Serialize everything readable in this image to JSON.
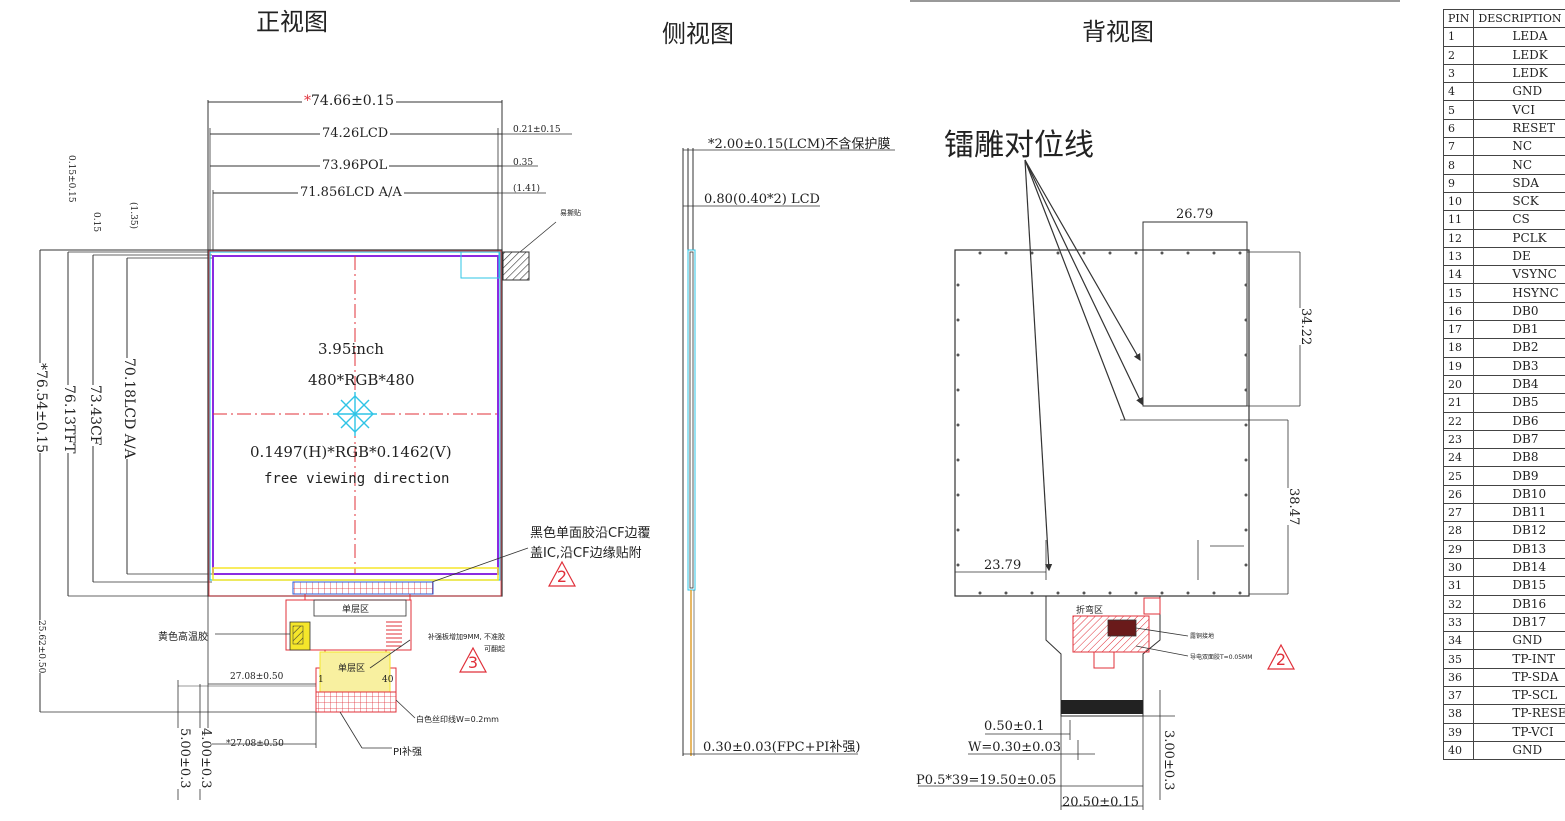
{
  "titles": {
    "front": "正视图",
    "side": "侧视图",
    "back": "背视图"
  },
  "front": {
    "dim_top_1": "74.66±0.15",
    "dim_top_1_star": "*",
    "dim_top_2": "74.26LCD",
    "dim_top_3": "73.96POL",
    "dim_top_4": "71.856LCD A/A",
    "dim_right_1": "0.21±0.15",
    "dim_right_2": "0.35",
    "dim_right_3": "(1.41)",
    "dim_left_a": "0.15±0.15",
    "dim_left_b": "0.15",
    "dim_left_c": "(1.35)",
    "dim_v_1": "*76.54±0.15",
    "dim_v_2": "76.13TFT",
    "dim_v_3": "73.43CF",
    "dim_v_4": "70.18LCD A/A",
    "dim_v_5": "25.62±0.50",
    "dim_bottom_1": "27.08±0.50",
    "dim_bottom_2": "*27.08±0.50",
    "dim_bottom_v1": "5.00±0.3",
    "dim_bottom_v2": "4.00±0.3",
    "size": "3.95inch",
    "resolution": "480*RGB*480",
    "pixel": "0.1497(H)*RGB*0.1462(V)",
    "viewing": "free viewing direction",
    "tape_label": "易撕贴",
    "black_tape_note": "黑色单面胶沿CF边覆盖IC,沿CF边缘贴附",
    "black_tape_line1": "黑色单面胶沿CF边覆",
    "black_tape_line2": "盖IC,沿CF边缘贴附",
    "yellow_tape": "黄色高温胶",
    "single_layer_1": "单层区",
    "single_layer_2": "单层区",
    "reinforce_note_1": "补强板增加9MM, 不准胶",
    "reinforce_note_2": "可翻起",
    "silk_print": "白色丝印线W=0.2mm",
    "pi_reinforce": "PI补强",
    "pin_1": "1",
    "pin_40": "40",
    "tri_2": "2",
    "tri_3": "3"
  },
  "side": {
    "dim_1": "*2.00±0.15(LCM)不含保护膜",
    "dim_2": "0.80(0.40*2) LCD",
    "dim_3": "0.30±0.03(FPC+PI补强)"
  },
  "back": {
    "engrave": "镭雕对位线",
    "dim_1": "26.79",
    "dim_2": "34.22",
    "dim_3": "38.47",
    "dim_4": "23.79",
    "bend": "折弯区",
    "copper": "露铜接地",
    "conductive": "导电双面胶T=0.05MM",
    "dim_5": "0.50±0.1",
    "dim_6": "W=0.30±0.03",
    "dim_7": "P0.5*39=19.50±0.05",
    "dim_8": "20.50±0.15",
    "dim_9": "3.00±0.3",
    "tri_2": "2"
  },
  "pin_table": {
    "header_pin": "PIN",
    "header_desc": "DESCRIPTION",
    "rows": [
      {
        "n": "1",
        "d": "LEDA"
      },
      {
        "n": "2",
        "d": "LEDK"
      },
      {
        "n": "3",
        "d": "LEDK"
      },
      {
        "n": "4",
        "d": "GND"
      },
      {
        "n": "5",
        "d": "VCI"
      },
      {
        "n": "6",
        "d": "RESET"
      },
      {
        "n": "7",
        "d": "NC"
      },
      {
        "n": "8",
        "d": "NC"
      },
      {
        "n": "9",
        "d": "SDA"
      },
      {
        "n": "10",
        "d": "SCK"
      },
      {
        "n": "11",
        "d": "CS"
      },
      {
        "n": "12",
        "d": "PCLK"
      },
      {
        "n": "13",
        "d": "DE"
      },
      {
        "n": "14",
        "d": "VSYNC"
      },
      {
        "n": "15",
        "d": "HSYNC"
      },
      {
        "n": "16",
        "d": "DB0"
      },
      {
        "n": "17",
        "d": "DB1"
      },
      {
        "n": "18",
        "d": "DB2"
      },
      {
        "n": "19",
        "d": "DB3"
      },
      {
        "n": "20",
        "d": "DB4"
      },
      {
        "n": "21",
        "d": "DB5"
      },
      {
        "n": "22",
        "d": "DB6"
      },
      {
        "n": "23",
        "d": "DB7"
      },
      {
        "n": "24",
        "d": "DB8"
      },
      {
        "n": "25",
        "d": "DB9"
      },
      {
        "n": "26",
        "d": "DB10"
      },
      {
        "n": "27",
        "d": "DB11"
      },
      {
        "n": "28",
        "d": "DB12"
      },
      {
        "n": "29",
        "d": "DB13"
      },
      {
        "n": "30",
        "d": "DB14"
      },
      {
        "n": "31",
        "d": "DB15"
      },
      {
        "n": "32",
        "d": "DB16"
      },
      {
        "n": "33",
        "d": "DB17"
      },
      {
        "n": "34",
        "d": "GND"
      },
      {
        "n": "35",
        "d": "TP-INT"
      },
      {
        "n": "36",
        "d": "TP-SDA"
      },
      {
        "n": "37",
        "d": "TP-SCL"
      },
      {
        "n": "38",
        "d": "TP-RESET"
      },
      {
        "n": "39",
        "d": "TP-VCI"
      },
      {
        "n": "40",
        "d": "GND"
      }
    ]
  },
  "colors": {
    "line": "#333333",
    "red": "#e0303a",
    "purple": "#8a2be2",
    "cyan": "#2ec4e6",
    "yellow": "#f5e62a"
  }
}
